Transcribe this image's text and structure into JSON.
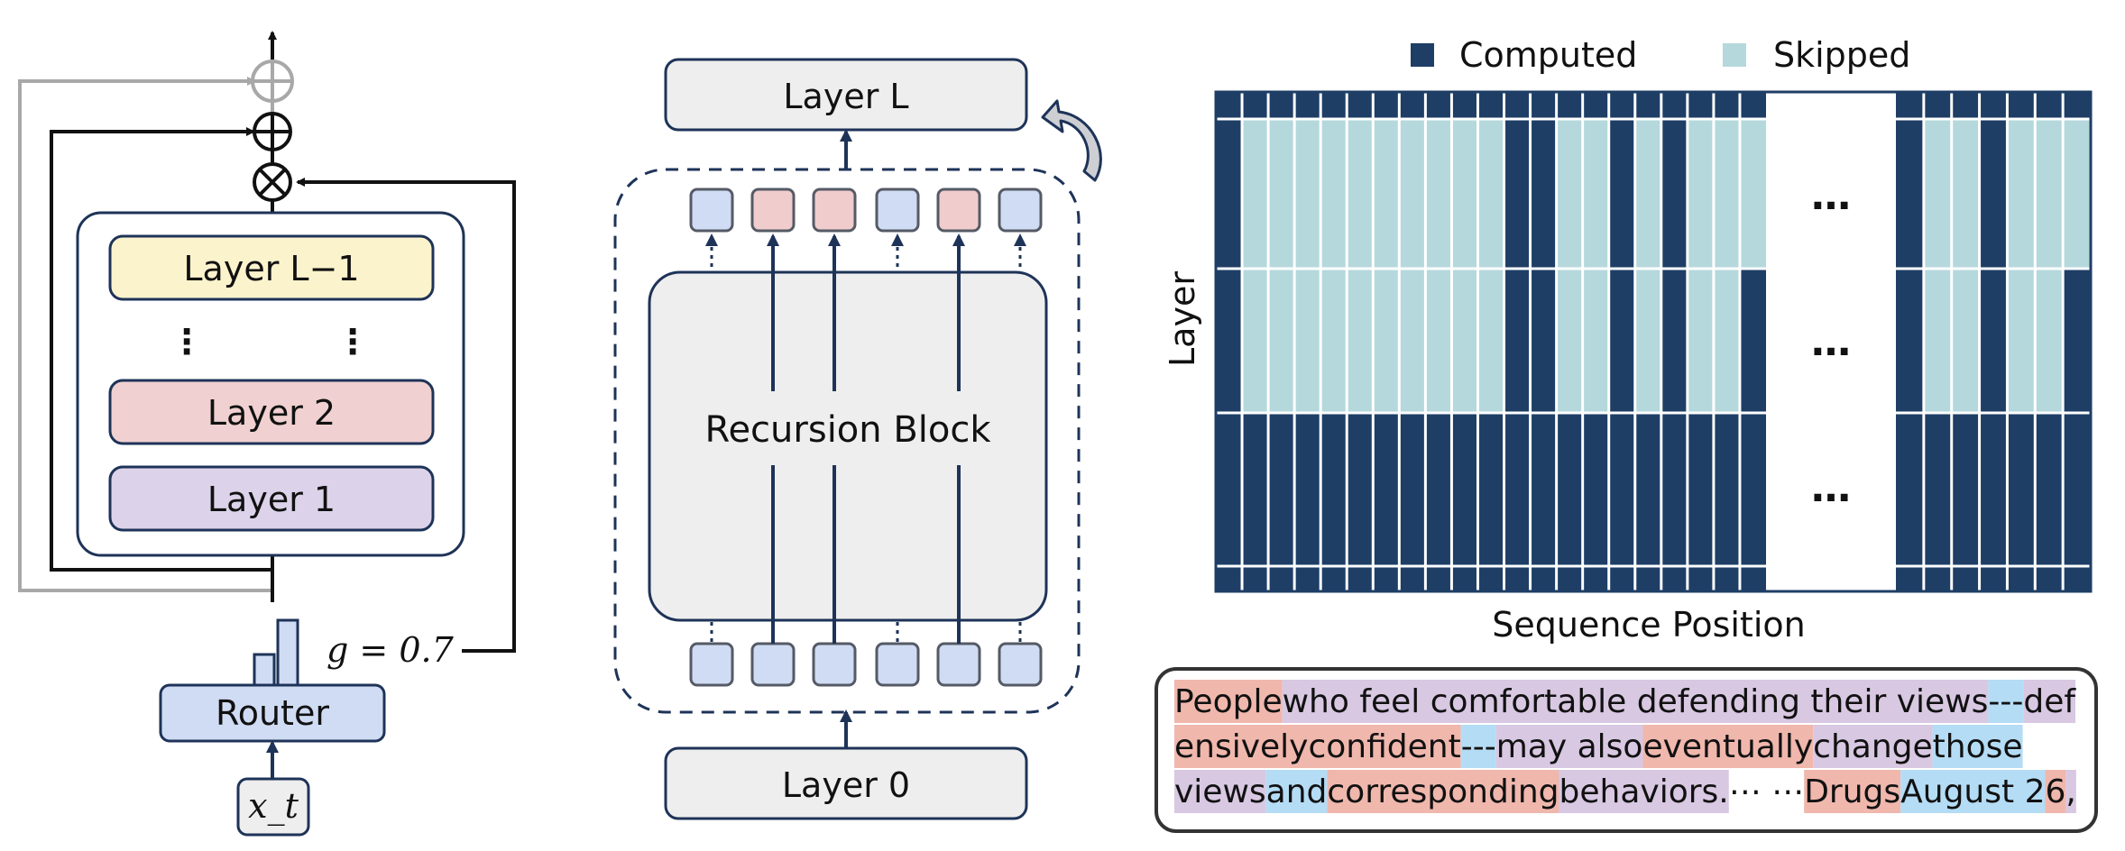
{
  "left_panel": {
    "layers": {
      "top": "Layer L−1",
      "mid": "Layer 2",
      "bottom": "Layer 1"
    },
    "ellipsis": "⋮",
    "router": "Router",
    "gate": "g = 0.7",
    "input": "x_t"
  },
  "middle_panel": {
    "top_layer": "Layer L",
    "block": "Recursion Block",
    "bottom_layer": "Layer 0",
    "token_colors": [
      "blue",
      "red",
      "red",
      "blue",
      "red",
      "blue"
    ]
  },
  "right_panel": {
    "legend": {
      "computed": "Computed",
      "skipped": "Skipped"
    },
    "ylabel": "Layer",
    "xlabel": "Sequence Position",
    "ellipsis": "…",
    "colors": {
      "computed": "#1e3e66",
      "skipped": "#b5d8dc"
    },
    "heatmap": {
      "group_left": [
        [
          "C",
          "C",
          "C",
          "C",
          "C",
          "C",
          "C",
          "C",
          "C",
          "C",
          "C",
          "C",
          "C",
          "C",
          "C",
          "C",
          "C",
          "C",
          "C",
          "C",
          "C"
        ],
        [
          "C",
          "S",
          "S",
          "S",
          "S",
          "S",
          "S",
          "S",
          "S",
          "S",
          "S",
          "C",
          "C",
          "S",
          "S",
          "C",
          "S",
          "C",
          "S",
          "S",
          "S"
        ],
        [
          "C",
          "S",
          "S",
          "S",
          "S",
          "S",
          "S",
          "S",
          "S",
          "S",
          "S",
          "C",
          "C",
          "S",
          "S",
          "C",
          "S",
          "C",
          "S",
          "S",
          "C"
        ],
        [
          "C",
          "C",
          "C",
          "C",
          "C",
          "C",
          "C",
          "C",
          "C",
          "C",
          "C",
          "C",
          "C",
          "C",
          "C",
          "C",
          "C",
          "C",
          "C",
          "C",
          "C"
        ]
      ],
      "group_right": [
        [
          "C",
          "C",
          "C",
          "C",
          "C",
          "C",
          "C"
        ],
        [
          "C",
          "S",
          "S",
          "C",
          "S",
          "S",
          "S"
        ],
        [
          "C",
          "S",
          "S",
          "C",
          "S",
          "S",
          "C"
        ],
        [
          "C",
          "C",
          "C",
          "C",
          "C",
          "C",
          "C"
        ]
      ]
    }
  },
  "text_box": {
    "lines": [
      [
        {
          "t": "People",
          "c": "red"
        },
        {
          "t": " who feel comfortable defending their views",
          "c": "purple"
        },
        {
          "t": "---",
          "c": "blue"
        },
        {
          "t": "def",
          "c": "purple"
        }
      ],
      [
        {
          "t": "ensively ",
          "c": "red"
        },
        {
          "t": "confident",
          "c": "red"
        },
        {
          "t": "---",
          "c": "blue"
        },
        {
          "t": "may also ",
          "c": "purple"
        },
        {
          "t": "eventually",
          "c": "red"
        },
        {
          "t": " change ",
          "c": "purple"
        },
        {
          "t": "those",
          "c": "blue"
        }
      ],
      [
        {
          "t": "views ",
          "c": "purple"
        },
        {
          "t": "and",
          "c": "blue"
        },
        {
          "t": " corresponding",
          "c": "red"
        },
        {
          "t": " behaviors.",
          "c": "purple"
        },
        {
          "t": "⋯ ⋯ ",
          "c": "none"
        },
        {
          "t": "Drugs",
          "c": "red"
        },
        {
          "t": " August 2",
          "c": "blue"
        },
        {
          "t": "6",
          "c": "red"
        },
        {
          "t": ",",
          "c": "purple"
        }
      ]
    ],
    "colors": {
      "red": "#f0b7ad",
      "purple": "#d8c8e2",
      "blue": "#b4dcf5"
    }
  }
}
